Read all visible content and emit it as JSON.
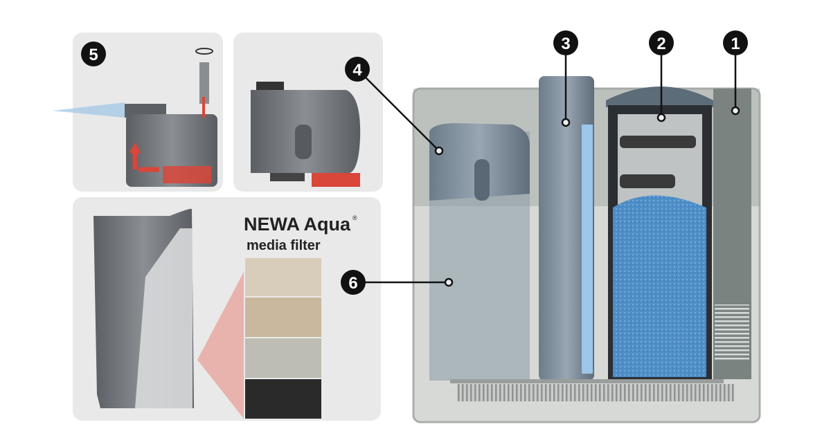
{
  "brand": {
    "name": "NEWA Aqua",
    "registered": "®",
    "subtitle": "media filter"
  },
  "callouts": [
    "1",
    "2",
    "3",
    "4",
    "5",
    "6"
  ],
  "colors": {
    "panel": "#e9e9e9",
    "filter_body": "#7e8a96",
    "sponge": "#4f8fc8",
    "callout": "#111111",
    "arrow": "#d9463a",
    "media_fan": "#e9b3ad"
  }
}
